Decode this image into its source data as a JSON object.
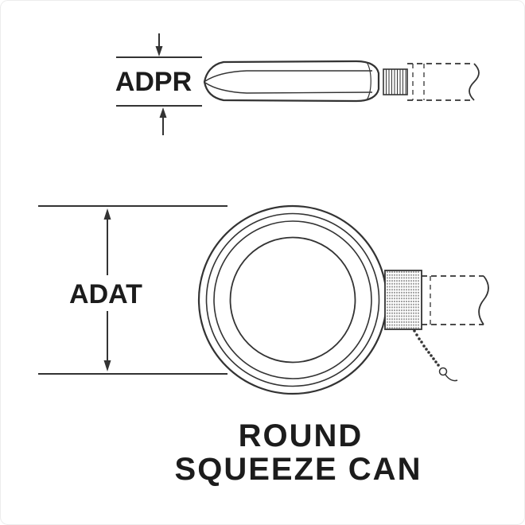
{
  "diagram": {
    "type": "technical-line-drawing",
    "dimension_labels": {
      "depth": "ADPR",
      "diameter": "ADAT"
    },
    "caption": {
      "line1": "ROUND",
      "line2": "SQUEEZE CAN"
    },
    "colors": {
      "line": "#333333",
      "text": "#1c1c1c",
      "background": "#ffffff"
    }
  }
}
